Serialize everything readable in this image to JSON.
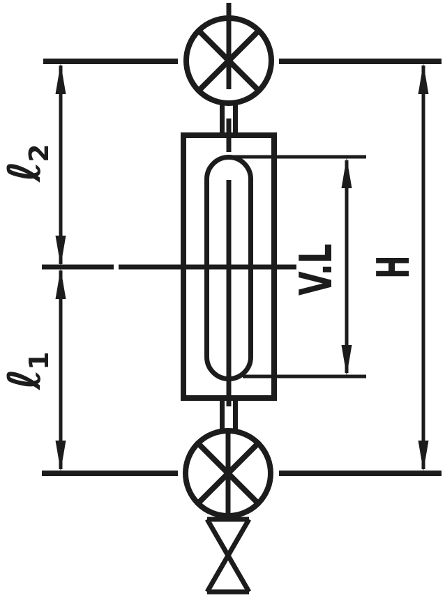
{
  "drawing": {
    "kind": "gauge-glass level indicator dimensional diagram",
    "colors": {
      "ink": "#1c1c1c",
      "background": "#ffffff"
    },
    "dimensions": {
      "l2": {
        "base": "ℓ",
        "sub": "2"
      },
      "l1": {
        "base": "ℓ",
        "sub": "1"
      },
      "visible_length": {
        "label": "V.L"
      },
      "overall_height": {
        "label": "H"
      }
    }
  }
}
